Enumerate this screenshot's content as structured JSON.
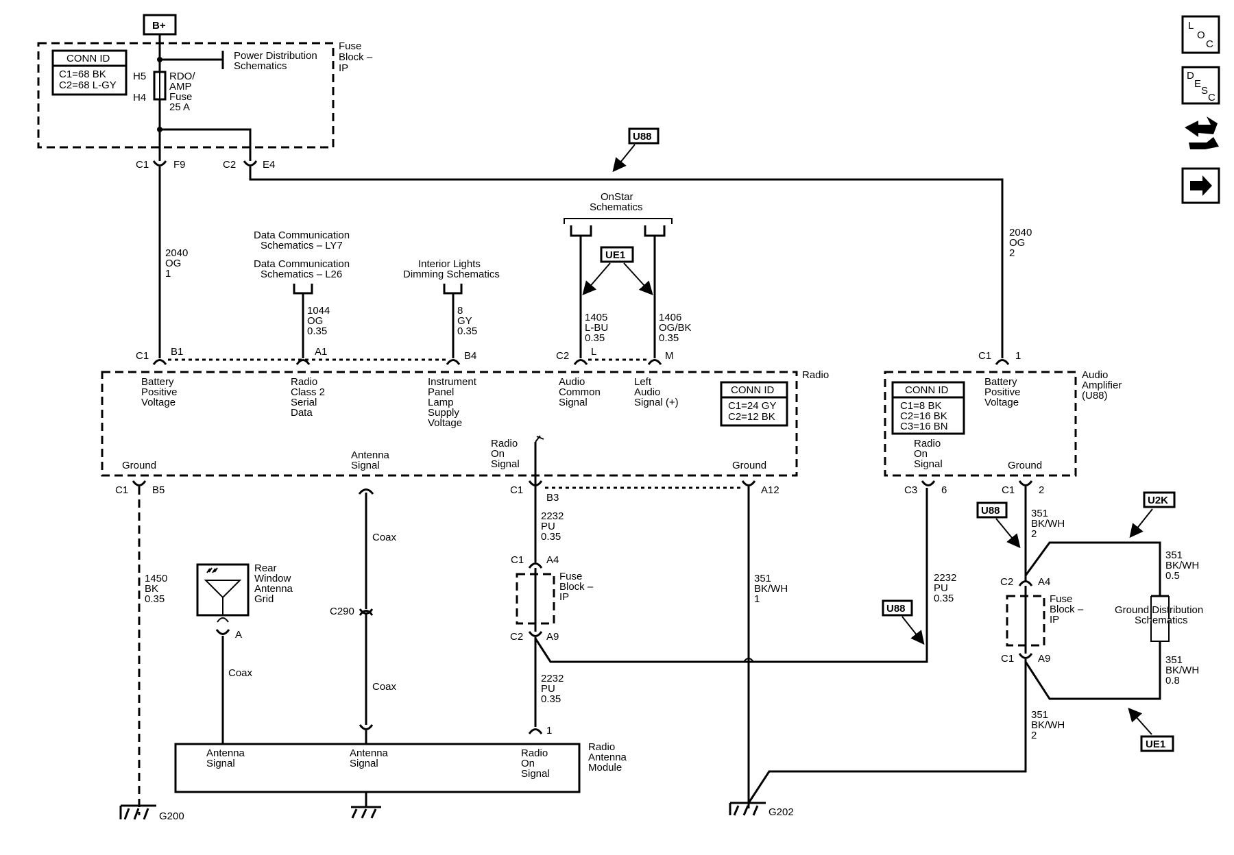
{
  "source": {
    "label": "B+"
  },
  "fuse_block_top": {
    "title": [
      "Fuse",
      "Block –",
      "IP"
    ],
    "conn_id": {
      "header": "CONN ID",
      "lines": [
        "C1=68 BK",
        "C2=68 L-GY"
      ]
    },
    "power_dist": [
      "Power Distribution",
      "Schematics"
    ],
    "fuse_label": [
      "RDO/",
      "AMP",
      "Fuse",
      "25 A"
    ],
    "h5": "H5",
    "h4": "H4",
    "c1": "C1",
    "f9": "F9",
    "c2": "C2",
    "e4": "E4"
  },
  "wires": {
    "w2040_1": [
      "2040",
      "OG",
      "1"
    ],
    "w2040_2": [
      "2040",
      "OG",
      "2"
    ],
    "w1044": [
      "1044",
      "OG",
      "0.35"
    ],
    "w8": [
      "8",
      "GY",
      "0.35"
    ],
    "w1405": [
      "1405",
      "L-BU",
      "0.35"
    ],
    "w1406": [
      "1406",
      "OG/BK",
      "0.35"
    ],
    "w1450": [
      "1450",
      "BK",
      "0.35"
    ],
    "w2232_a": [
      "2232",
      "PU",
      "0.35"
    ],
    "w2232_b": [
      "2232",
      "PU",
      "0.35"
    ],
    "w2232_c": [
      "2232",
      "PU",
      "0.35"
    ],
    "w351_1": [
      "351",
      "BK/WH",
      "1"
    ],
    "w351_2a": [
      "351",
      "BK/WH",
      "2"
    ],
    "w351_2b": [
      "351",
      "BK/WH",
      "2"
    ],
    "w351_05": [
      "351",
      "BK/WH",
      "0.5"
    ],
    "w351_08": [
      "351",
      "BK/WH",
      "0.8"
    ],
    "coax": "Coax"
  },
  "refs": {
    "dc_ly7": [
      "Data Communication",
      "Schematics – LY7"
    ],
    "dc_l26": [
      "Data Communication",
      "Schematics – L26"
    ],
    "interior": [
      "Interior Lights",
      "Dimming Schematics"
    ],
    "onstar": [
      "OnStar",
      "Schematics"
    ],
    "ground_dist": [
      "Ground Distribution",
      "Schematics"
    ]
  },
  "option_tags": {
    "u88": "U88",
    "ue1": "UE1",
    "u2k": "U2K"
  },
  "radio": {
    "name": "Radio",
    "conn_id": {
      "header": "CONN ID",
      "lines": [
        "C1=24 GY",
        "C2=12 BK"
      ]
    },
    "pins_top": [
      {
        "conn": "C1",
        "pin": "B1",
        "label": [
          "Battery",
          "Positive",
          "Voltage"
        ]
      },
      {
        "conn": "",
        "pin": "A1",
        "label": [
          "Radio",
          "Class 2",
          "Serial",
          "Data"
        ]
      },
      {
        "conn": "",
        "pin": "B4",
        "label": [
          "Instrument",
          "Panel",
          "Lamp",
          "Supply",
          "Voltage"
        ]
      },
      {
        "conn": "C2",
        "pin": "L",
        "label": [
          "Audio",
          "Common",
          "Signal"
        ]
      },
      {
        "conn": "",
        "pin": "M",
        "label": [
          "Left",
          "Audio",
          "Signal (+)"
        ]
      }
    ],
    "ground_left": "Ground",
    "ground_right": "Ground",
    "antenna": [
      "Antenna",
      "Signal"
    ],
    "radio_on": [
      "Radio",
      "On",
      "Signal"
    ],
    "c1": "C1",
    "b5": "B5",
    "b3": "B3",
    "a12": "A12"
  },
  "amplifier": {
    "name": [
      "Audio",
      "Amplifier",
      "(U88)"
    ],
    "conn_id": {
      "header": "CONN ID",
      "lines": [
        "C1=8 BK",
        "C2=16 BK",
        "C3=16 BN"
      ]
    },
    "battery": [
      "Battery",
      "Positive",
      "Voltage"
    ],
    "radio_on": [
      "Radio",
      "On",
      "Signal"
    ],
    "ground": "Ground",
    "c1": "C1",
    "p1": "1",
    "c3": "C3",
    "p6": "6",
    "p2": "2"
  },
  "fuse_block_mid": {
    "title": [
      "Fuse",
      "Block –",
      "IP"
    ],
    "c1": "C1",
    "a4": "A4",
    "c2": "C2",
    "a9": "A9"
  },
  "fuse_block_right": {
    "title": [
      "Fuse",
      "Block –",
      "IP"
    ],
    "c2": "C2",
    "a4": "A4",
    "c1": "C1",
    "a9": "A9"
  },
  "antenna_grid": {
    "label": [
      "Rear",
      "Window",
      "Antenna",
      "Grid"
    ],
    "pin": "A"
  },
  "c290": "C290",
  "ram": {
    "name": [
      "Radio",
      "Antenna",
      "Module"
    ],
    "antenna1": [
      "Antenna",
      "Signal"
    ],
    "antenna2": [
      "Antenna",
      "Signal"
    ],
    "radio_on": [
      "Radio",
      "On",
      "Signal"
    ],
    "pin1": "1"
  },
  "grounds": {
    "g200": "G200",
    "g202": "G202"
  },
  "nav": {
    "loc": [
      "L",
      "O",
      "C"
    ],
    "desc": [
      "D",
      "E",
      "S",
      "C"
    ]
  }
}
